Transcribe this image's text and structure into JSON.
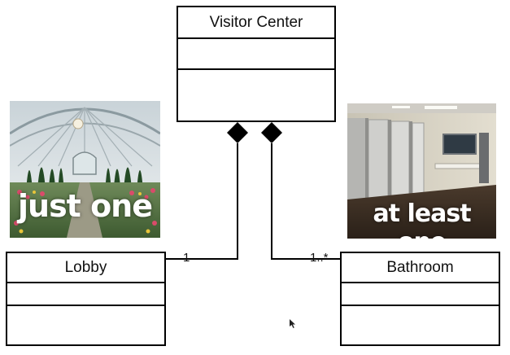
{
  "classes": {
    "visitor_center": "Visitor Center",
    "lobby": "Lobby",
    "bathroom": "Bathroom"
  },
  "multiplicities": {
    "lobby": "1",
    "bathroom": "1..*"
  },
  "images": {
    "lobby_caption": "just one",
    "bathroom_caption": "at least one"
  },
  "colors": {
    "line": "#000000",
    "caption": "#ffffff"
  }
}
